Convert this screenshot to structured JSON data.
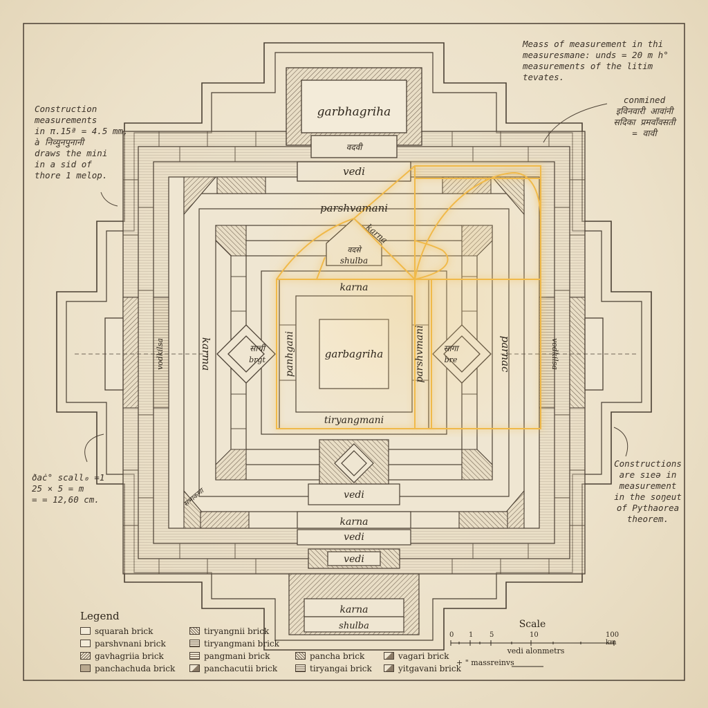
{
  "labels": {
    "garbhagriha_top": "garbhagriha",
    "devanagari_top": "वदवी",
    "vedi_top": "vedi",
    "parshvamani_top": "parshvamani",
    "karna_diag": "karna",
    "devanagari_shulba": "वदसे",
    "shulba_mid": "shulba",
    "karna_mid": "karna",
    "garbagriha_center": "garbagriha",
    "panhgani_left": "panhgani",
    "parshvmani_right": "parshvmani",
    "tiryangmani": "tiryangmani",
    "karma_left": "karma",
    "parnac_right": "parnac",
    "vodkilsa_left": "vodkilsa",
    "vodkilsa_right": "vodkilsa",
    "devanagari_left_node": "साची",
    "brgt": "brgt",
    "devanagari_right_node": "सागा",
    "bre": "bre",
    "vedi_lower": "vedi",
    "karna_lower": "karna",
    "vedi_lower2": "vedi",
    "vedi_lower3": "vedi",
    "karna_bottom": "karna",
    "shulba_bottom": "shulba",
    "devanagari_lower_left": "सभाकणा"
  },
  "notes": {
    "top_right": "Meass of measurement in thi\nmeasuresmane: unds = 20 m h°\nmeasurements of the litim tevates.",
    "left_top": "Construction\nmeasurements\nin π.15ª = 4.5 mm,\nà निव्युनपुनानी\ndraws the mini\nin a sid of\nthore 1 melop.",
    "right_top": "conmined\nइविनवारी आवांनी\nसदिका प्रमवाँवसती\n= वावी",
    "left_bottom": "ðaċ° scall₀ =1\n25 × 5 = m\n= = 12,60 cm.",
    "right_bottom": "Constructions\nare sıeə in\nmeasurement\nin the soŋeut\nof Pythaorea\ntheorem."
  },
  "legend": {
    "title": "Legend",
    "items": [
      {
        "label": "squarah brick",
        "swatch": "plain"
      },
      {
        "label": "tiryangnii brick",
        "swatch": "h1"
      },
      {
        "label": "",
        "swatch": "none"
      },
      {
        "label": "",
        "swatch": "none"
      },
      {
        "label": "parshvnani brick",
        "swatch": "plain"
      },
      {
        "label": "tiryangmani brick",
        "swatch": "h3"
      },
      {
        "label": "",
        "swatch": "none"
      },
      {
        "label": "",
        "swatch": "none"
      },
      {
        "label": "gavhagriia brick",
        "swatch": "h2"
      },
      {
        "label": "pangmani brick",
        "swatch": "h3"
      },
      {
        "label": "pancha brick",
        "swatch": "h1"
      },
      {
        "label": "vagari brick",
        "swatch": "tri"
      },
      {
        "label": "panchachuda brick",
        "swatch": "d"
      },
      {
        "label": "panchacutii brick",
        "swatch": "tri"
      },
      {
        "label": "tiryangai brick",
        "swatch": "h3"
      },
      {
        "label": "yitgavani brick",
        "swatch": "tri"
      }
    ]
  },
  "scale": {
    "title": "Scale",
    "ticks": [
      "0",
      "1",
      "5",
      "10",
      "100 km"
    ],
    "caption": "vedi alonmetrs",
    "footnote": "+ \" massreinvs"
  },
  "colors": {
    "paper": "#efe6d2",
    "ink": "#3a3128",
    "glow": "#f2c15a"
  }
}
